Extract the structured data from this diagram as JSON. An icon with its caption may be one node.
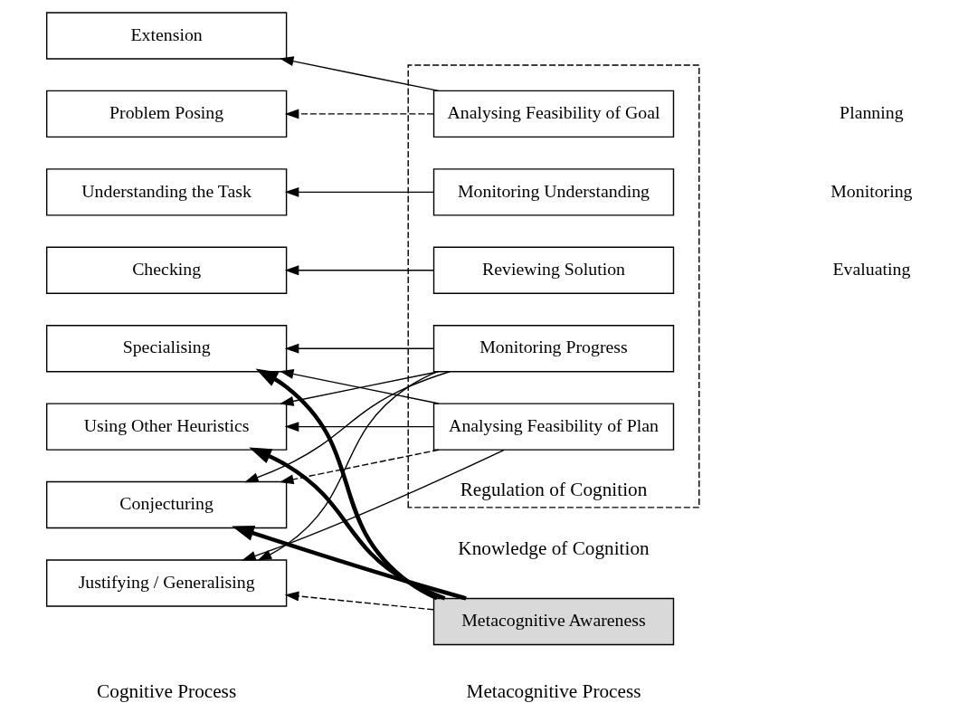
{
  "diagram": {
    "nodes": [
      {
        "text": [
          "Understanding the Task"
        ]
      },
      {
        "text": [
          "Problem Posing"
        ]
      },
      {
        "text": [
          "Specialising"
        ]
      },
      {
        "text": [
          "Using Other Heuristics"
        ]
      },
      {
        "text": [
          "Conjecturing"
        ]
      },
      {
        "text": [
          "Justifying / Generalising"
        ]
      },
      {
        "text": [
          "Checking"
        ]
      },
      {
        "text": [
          "Extension"
        ]
      },
      {
        "text": [
          "Regulation of Cognition"
        ]
      },
      {
        "text": [
          "Analysing Feasibility of Goal"
        ],
        "in": 8
      },
      {
        "text": [
          "Analysing Feasibility of Plan"
        ],
        "in": 8
      },
      {
        "text": [
          "Monitoring Understanding"
        ],
        "in": 8
      },
      {
        "text": [
          "Monitoring Progress"
        ],
        "in": 8
      },
      {
        "text": [
          "Reviewing Solution"
        ],
        "in": 8
      },
      {
        "text": [
          "Metacognitive Awareness"
        ]
      }
    ],
    "edges": [
      {
        "from": 11,
        "to": 0,
        "arrow": "to"
      },
      {
        "from": 9,
        "to": 1,
        "arrow": "to",
        "style": "dashed"
      },
      {
        "from": 9,
        "to": 7,
        "arrow": "to"
      },
      {
        "from": 10,
        "to": 2,
        "arrow": "to"
      },
      {
        "from": 10,
        "to": 3,
        "arrow": "to"
      },
      {
        "from": 10,
        "to": 4,
        "arrow": "to",
        "style": "dashed"
      },
      {
        "from": 10,
        "to": 5,
        "arrow": "to"
      },
      {
        "from": 12,
        "to": 2,
        "arrow": "to"
      },
      {
        "from": 12,
        "to": 3,
        "arrow": "to"
      },
      {
        "from": 12,
        "to": 4,
        "arrow": "to"
      },
      {
        "from": 12,
        "to": 5,
        "arrow": "to"
      },
      {
        "from": 13,
        "to": 6,
        "arrow": "to"
      },
      {
        "from": 14,
        "to": 2,
        "arrow": "to",
        "style": "thick"
      },
      {
        "from": 14,
        "to": 3,
        "arrow": "to",
        "style": "thick"
      },
      {
        "from": 14,
        "to": 4,
        "arrow": "to",
        "style": "thick"
      },
      {
        "from": 14,
        "to": 5,
        "arrow": "to",
        "style": "dashed"
      }
    ],
    "labels": [
      "Cognitive Process",
      "Metacognitive Process",
      "Planning",
      "Monitoring",
      "Evaluating",
      "Knowledge of Cognition"
    ]
  }
}
